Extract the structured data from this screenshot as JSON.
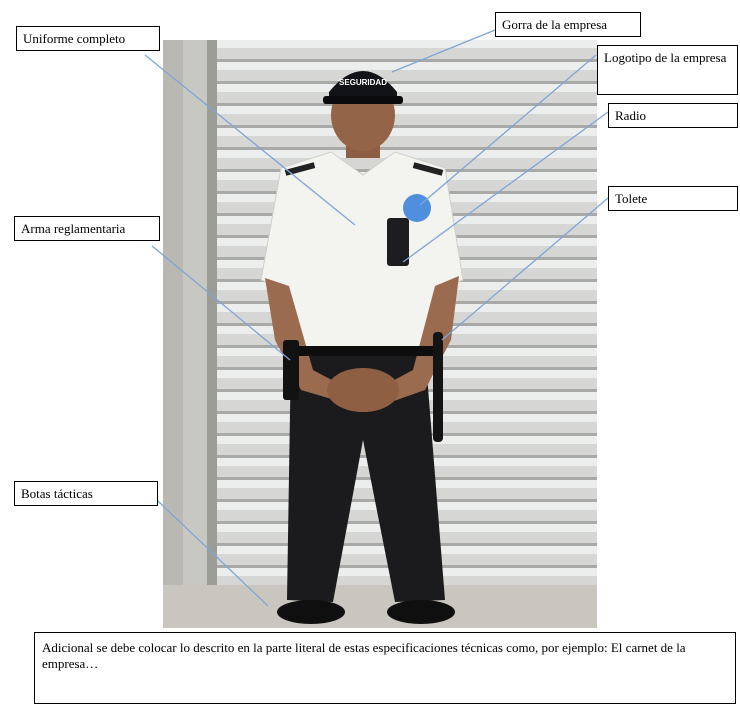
{
  "labels": {
    "uniforme": "Uniforme completo",
    "gorra": "Gorra de la empresa",
    "logotipo": "Logotipo de la empresa",
    "radio": "Radio",
    "tolete": "Tolete",
    "arma": "Arma reglamentaria",
    "botas": "Botas tácticas"
  },
  "cap_text": "SEGURIDAD",
  "footer_text": "Adicional se debe colocar lo descrito en la parte literal de estas especificaciones técnicas como, por ejemplo: El carnet de la empresa…",
  "colors": {
    "leader_line": "#7ea6d6",
    "logo_dot": "#4f8fde",
    "shirt": "#f4f4f1",
    "pants": "#1a1a1a",
    "shutter": "#d9dad7"
  }
}
